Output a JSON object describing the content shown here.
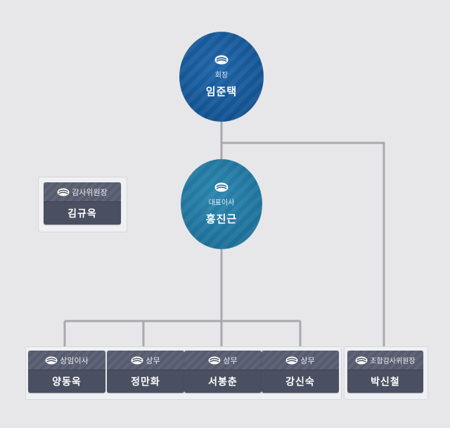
{
  "colors": {
    "chair_circle": "#0d4a86",
    "ceo_circle": "#17678f",
    "card": "#4a5062",
    "connector": "#a7a9ae"
  },
  "chairman": {
    "role": "회장",
    "name": "임준택"
  },
  "ceo": {
    "role": "대표이사",
    "name": "홍진근"
  },
  "auditor": {
    "role": "감사위원장",
    "name": "김규옥"
  },
  "executives": [
    {
      "role": "상임이사",
      "name": "양동욱"
    },
    {
      "role": "상무",
      "name": "정만화"
    },
    {
      "role": "상무",
      "name": "서봉춘"
    },
    {
      "role": "상무",
      "name": "강신숙"
    }
  ],
  "union_auditor": {
    "role": "조합감사위원장",
    "name": "박신철"
  },
  "icon": "cooperative-logo-icon"
}
